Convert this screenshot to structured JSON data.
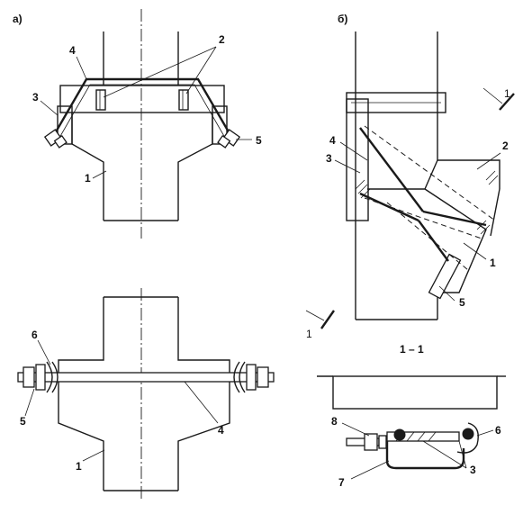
{
  "figure": {
    "panel_a_label": "a)",
    "panel_b_label": "б)",
    "section_label": "1 – 1",
    "cut_mark_top": "1",
    "cut_mark_bottom": "1",
    "callouts_top_a": [
      "1",
      "2",
      "3",
      "4",
      "5"
    ],
    "callouts_bottom_a": [
      "1",
      "4",
      "5",
      "6"
    ],
    "callouts_b": [
      "1",
      "2",
      "3",
      "4",
      "5"
    ],
    "callouts_section": [
      "3",
      "6",
      "7",
      "8"
    ]
  }
}
